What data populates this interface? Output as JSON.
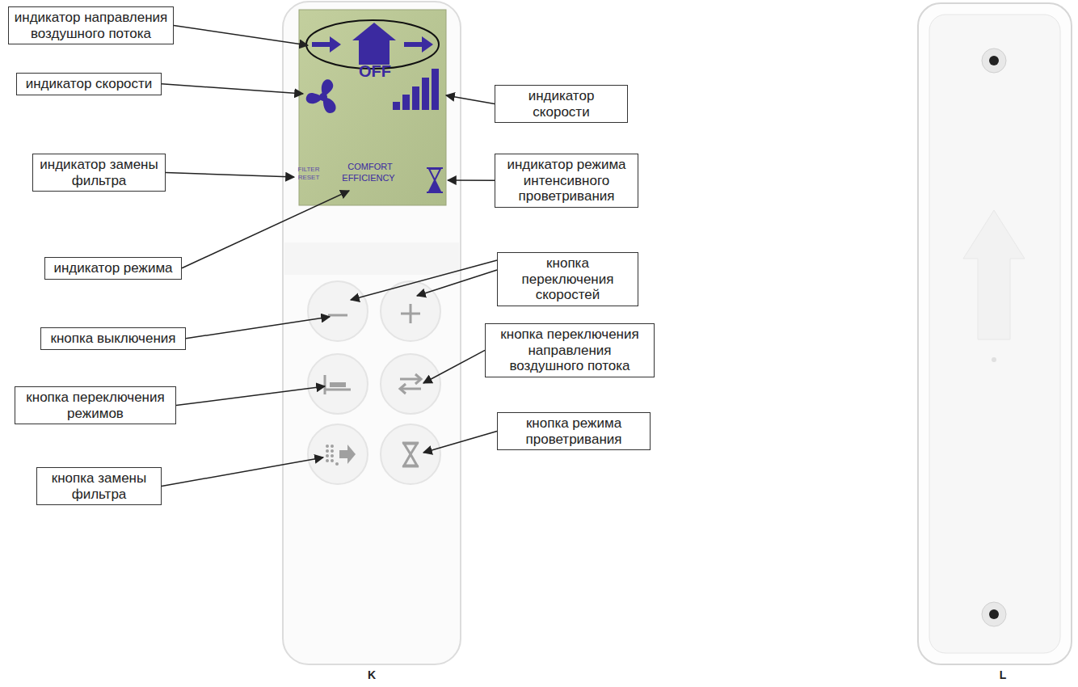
{
  "diagram": {
    "nodes": [
      {
        "text": [
          "индикатор направления воздушного потока"
        ]
      },
      {
        "text": [
          "индикатор скорости"
        ]
      },
      {
        "text": [
          "индикатор скорости"
        ]
      },
      {
        "text": [
          "индикатор замены фильтра"
        ]
      },
      {
        "text": [
          "индикатор режима интенсивного проветривания"
        ]
      },
      {
        "text": [
          "индикатор режима"
        ]
      },
      {
        "text": [
          "кнопка переключения скоростей"
        ]
      },
      {
        "text": [
          "кнопка выключения"
        ]
      },
      {
        "text": [
          "кнопка переключения направления воздушного потока"
        ]
      },
      {
        "text": [
          "кнопка переключения режимов"
        ]
      },
      {
        "text": [
          "кнопка режима проветривания"
        ]
      },
      {
        "text": [
          "кнопка замены фильтра"
        ]
      }
    ],
    "labels": [
      "OFF",
      "FILTER",
      "RESET",
      "COMFORT",
      "EFFICIENCY",
      "K",
      "L"
    ]
  }
}
